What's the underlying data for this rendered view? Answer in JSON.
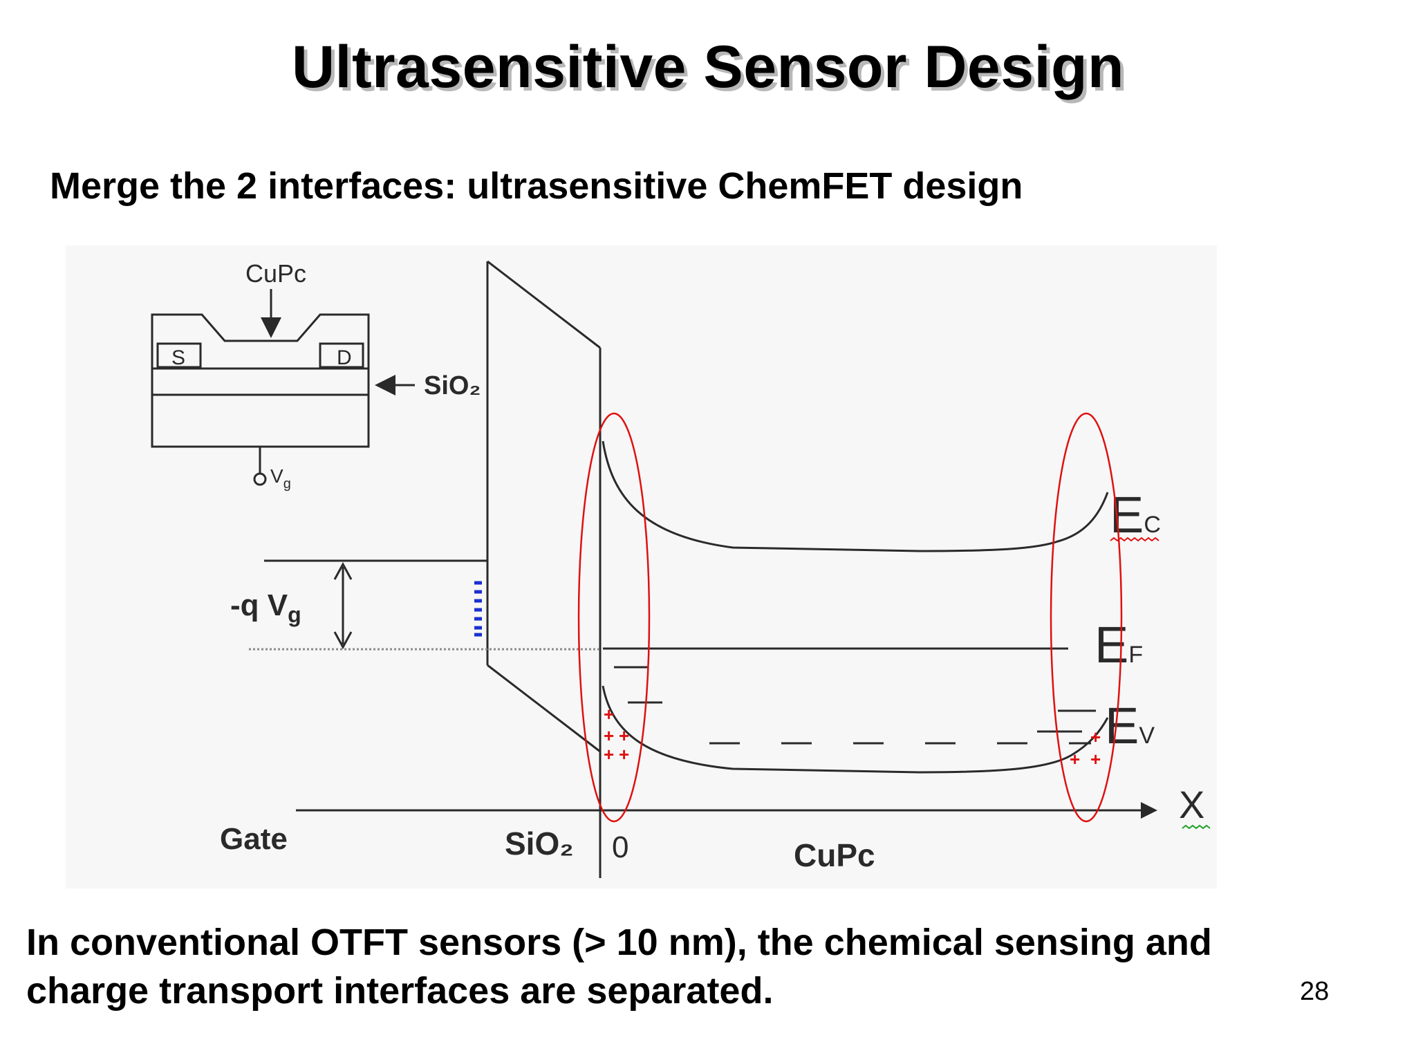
{
  "slide": {
    "title": "Ultrasensitive Sensor Design",
    "subtitle": "Merge the 2 interfaces: ultrasensitive ChemFET design",
    "caption_line1": "In conventional OTFT sensors (> 10 nm), the chemical sensing and",
    "caption_line2": "charge transport interfaces are separated.",
    "page_number": "28"
  },
  "diagram": {
    "inset": {
      "cupc_label": "CuPc",
      "source_label": "S",
      "drain_label": "D",
      "sio2_label": "SiO₂",
      "gate_voltage_label": "V",
      "gate_voltage_sub": "g"
    },
    "band": {
      "qvg_label": "-q V",
      "qvg_sub": "g",
      "ec_main": "E",
      "ec_sub": "C",
      "ef_main": "E",
      "ef_sub": "F",
      "ev_main": "E",
      "ev_sub": "V",
      "x_axis_label": "X",
      "gate_label": "Gate",
      "sio2_label": "SiO₂",
      "origin_label": "0",
      "cupc_label": "CuPc"
    },
    "colors": {
      "line": "#2a2a2a",
      "highlight_ellipse": "#e01010",
      "positive_charge": "#e01010",
      "negative_charge": "#1a2fd0",
      "spellcheck_red": "#e01010",
      "spellcheck_green": "#1aa020"
    }
  }
}
